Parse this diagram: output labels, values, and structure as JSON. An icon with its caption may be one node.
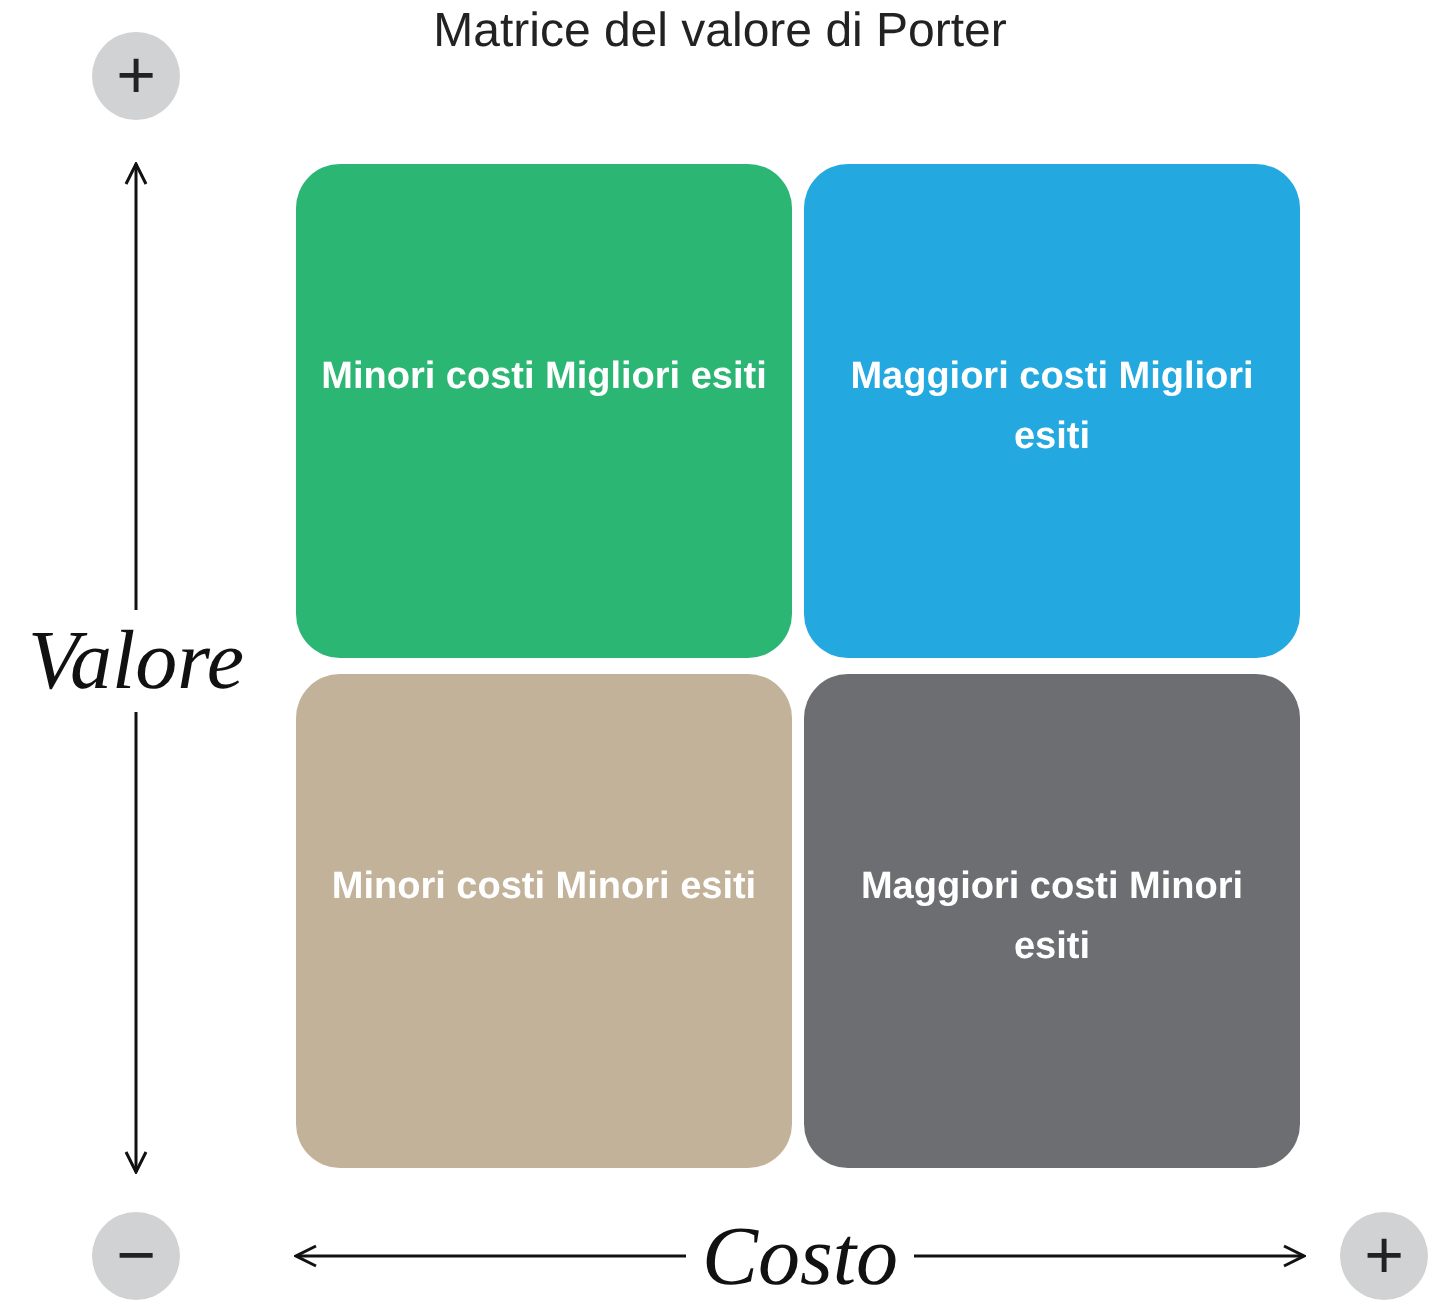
{
  "diagram": {
    "title": "Matrice del valore di Porter",
    "nodes": [
      {
        "text": [
          "Minori costi Migliori esiti"
        ]
      },
      {
        "text": [
          "Maggiori costi Migliori esiti"
        ]
      },
      {
        "text": [
          "Minori costi Minori esiti"
        ]
      },
      {
        "text": [
          "Maggiori costi Minori esiti"
        ]
      }
    ],
    "labels": [
      "+",
      "Valore",
      "−",
      "Costo",
      "+"
    ]
  }
}
